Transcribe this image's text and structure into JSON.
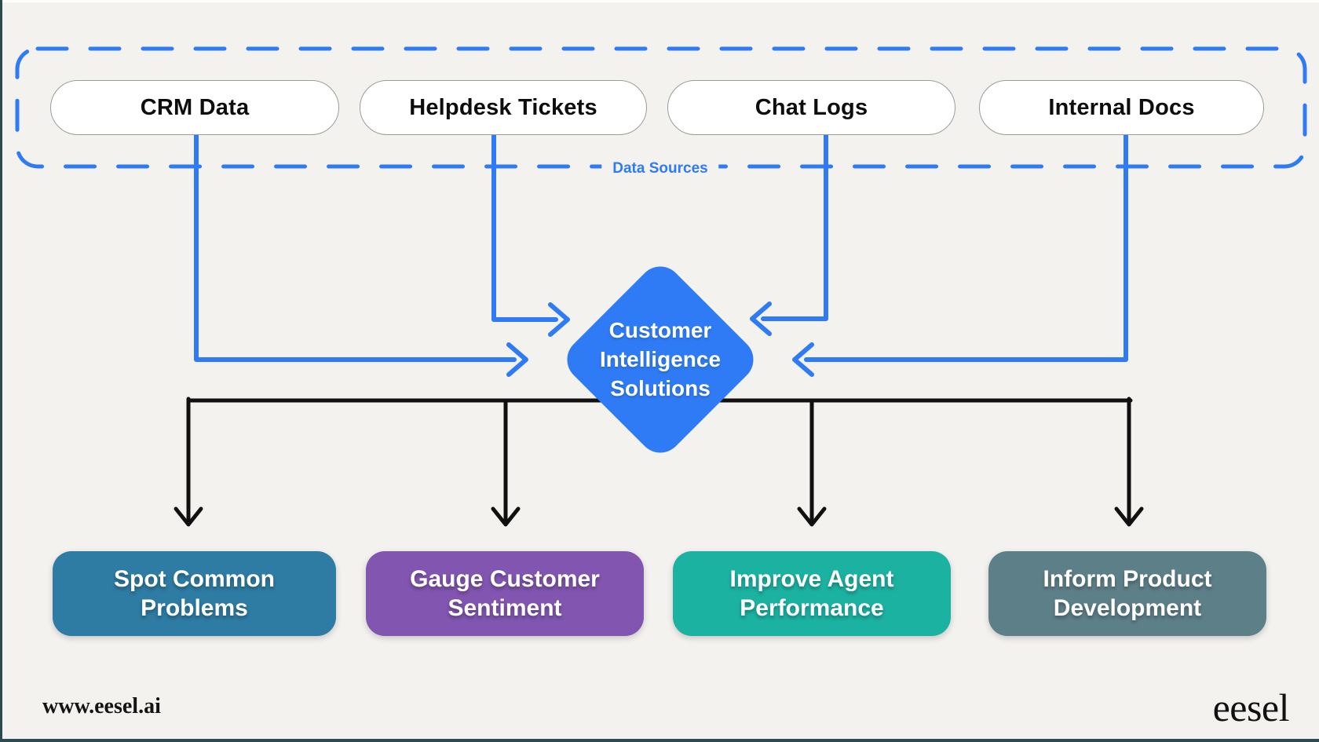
{
  "page": {
    "background": "#f3f2ef",
    "top_edge_color": "#ffffff",
    "side_edge_color": "#2c4a52"
  },
  "data_sources": {
    "group_label": "Data Sources",
    "accent_color": "#2f7bf5",
    "items": [
      {
        "label": "CRM Data"
      },
      {
        "label": "Helpdesk Tickets"
      },
      {
        "label": "Chat Logs"
      },
      {
        "label": "Internal Docs"
      }
    ]
  },
  "hub": {
    "label": "Customer Intelligence Solutions",
    "fill_color": "#2f7bf5",
    "text_color": "#ffffff"
  },
  "outcomes": {
    "connector_color": "#101010",
    "items": [
      {
        "label": "Spot Common Problems",
        "color": "#2e7ba3"
      },
      {
        "label": "Gauge Customer Sentiment",
        "color": "#8155b0"
      },
      {
        "label": "Improve Agent Performance",
        "color": "#1bb2a2"
      },
      {
        "label": "Inform Product Development",
        "color": "#5d7f88"
      }
    ]
  },
  "footer": {
    "website": "www.eesel.ai",
    "logo_text": "eesel"
  }
}
